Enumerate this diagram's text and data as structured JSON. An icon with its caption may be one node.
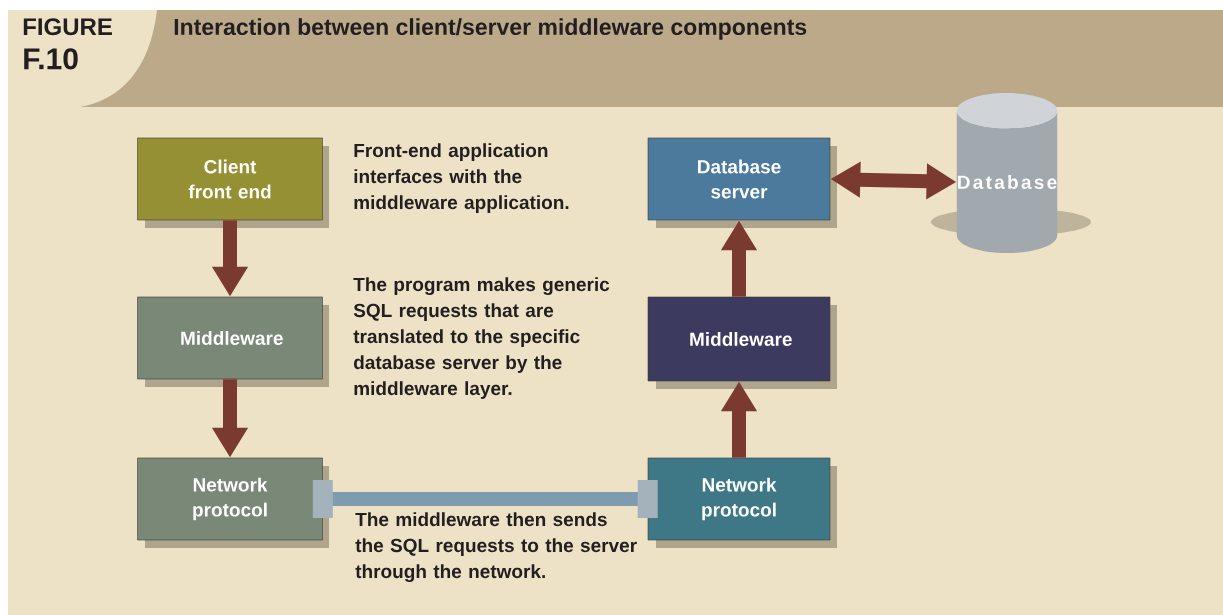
{
  "diagram": {
    "title": "Interaction between client/server middleware components",
    "nodes": [
      {
        "text": [
          "Client front end"
        ]
      },
      {
        "text": [
          "Middleware"
        ]
      },
      {
        "text": [
          "Network protocol"
        ]
      },
      {
        "text": [
          "Database server"
        ]
      },
      {
        "text": [
          "Middleware"
        ]
      },
      {
        "text": [
          "Network protocol"
        ]
      },
      {
        "text": [
          "Database"
        ]
      }
    ],
    "edges": [
      {
        "from": 0,
        "to": 1,
        "arrow": "to"
      },
      {
        "from": 1,
        "to": 2,
        "arrow": "to"
      },
      {
        "from": 2,
        "to": 5,
        "arrow": "none",
        "color": "#7f9bb0"
      },
      {
        "from": 5,
        "to": 4,
        "arrow": "to"
      },
      {
        "from": 4,
        "to": 3,
        "arrow": "to"
      },
      {
        "from": 3,
        "to": 6,
        "arrow": "both"
      }
    ],
    "labels": [
      "FIGURE",
      "F.10",
      "Front-end application interfaces with the middleware application.",
      "The program makes generic SQL requests that are translated to the specific database server by the middleware layer.",
      "The middleware then sends the SQL requests to the server through the network."
    ]
  }
}
